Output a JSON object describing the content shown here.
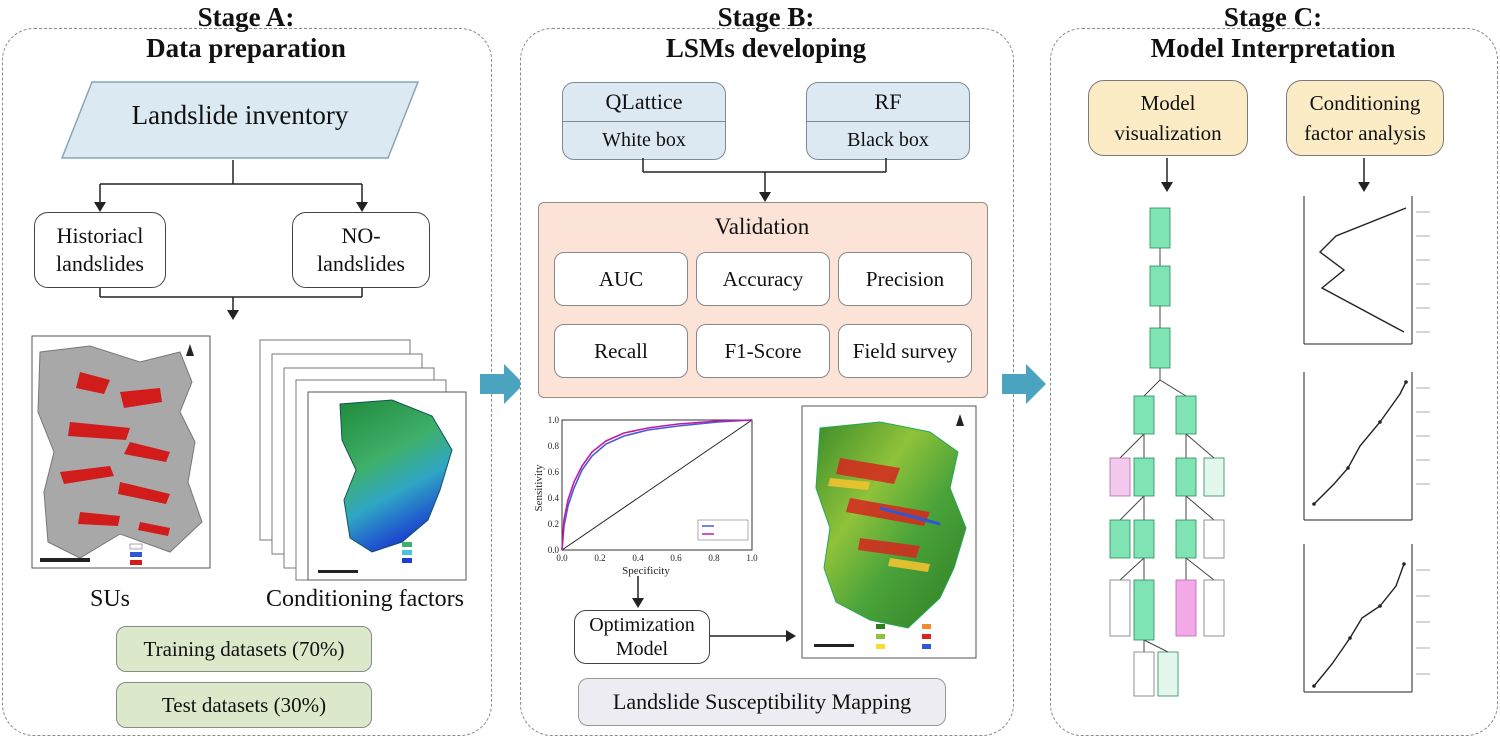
{
  "stages": {
    "a": {
      "label": "Stage A:",
      "title": "Data preparation"
    },
    "b": {
      "label": "Stage B:",
      "title": "LSMs developing"
    },
    "c": {
      "label": "Stage C:",
      "title": "Model Interpretation"
    }
  },
  "stage_a": {
    "inventory": "Landslide inventory",
    "historical_line1": "Historiacl",
    "historical_line2": "landslides",
    "no_line1": "NO-",
    "no_line2": "landslides",
    "sus_caption": "SUs",
    "factors_caption": "Conditioning factors",
    "training": "Training datasets (70%)",
    "test": "Test datasets (30%)"
  },
  "stage_b": {
    "qlattice": "QLattice",
    "qlattice_sub": "White box",
    "rf": "RF",
    "rf_sub": "Black box",
    "validation": "Validation",
    "metrics": [
      "AUC",
      "Accuracy",
      "Precision",
      "Recall",
      "F1-Score",
      "Field survey"
    ],
    "roc_ylabel": "Sensitivity",
    "roc_xlabel": "Specificity",
    "roc_ticks": [
      "0.0",
      "0.2",
      "0.4",
      "0.6",
      "0.8",
      "1.0"
    ],
    "optimization_line1": "Optimization",
    "optimization_line2": "Model",
    "lsm": "Landslide Susceptibility Mapping"
  },
  "stage_c": {
    "model_vis_line1": "Model",
    "model_vis_line2": "visualization",
    "cond_line1": "Conditioning",
    "cond_line2": "factor analysis"
  },
  "colors": {
    "arrow": "#4aa3bf",
    "validation_bg": "#fbe3d7",
    "qlattice_box": "#dde9f2",
    "tan_box": "#fbecc6",
    "green_box": "#dbe8c9",
    "node_green": "#7fe3b4",
    "node_pink": "#f3a8e8",
    "roc_blue": "#4b5bd6",
    "roc_magenta": "#c21aa6"
  }
}
